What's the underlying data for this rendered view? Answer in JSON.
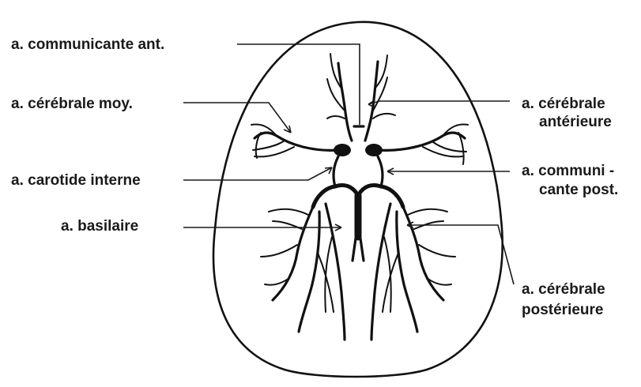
{
  "diagram": {
    "labels": {
      "communicante_ant": "a. communicante ant.",
      "cerebrale_moy": "a. cérébrale moy.",
      "carotide_interne": "a. carotide interne",
      "basilaire": "a. basilaire",
      "cerebrale_anterieure_line1": "a. cérébrale",
      "cerebrale_anterieure_line2": "antérieure",
      "communicante_post_line1": "a. communi -",
      "communicante_post_line2": "cante post.",
      "cerebrale_posterieure_line1": "a. cérébrale",
      "cerebrale_posterieure_line2": "postérieure"
    },
    "colors": {
      "ink": "#111111",
      "background": "#ffffff"
    }
  }
}
